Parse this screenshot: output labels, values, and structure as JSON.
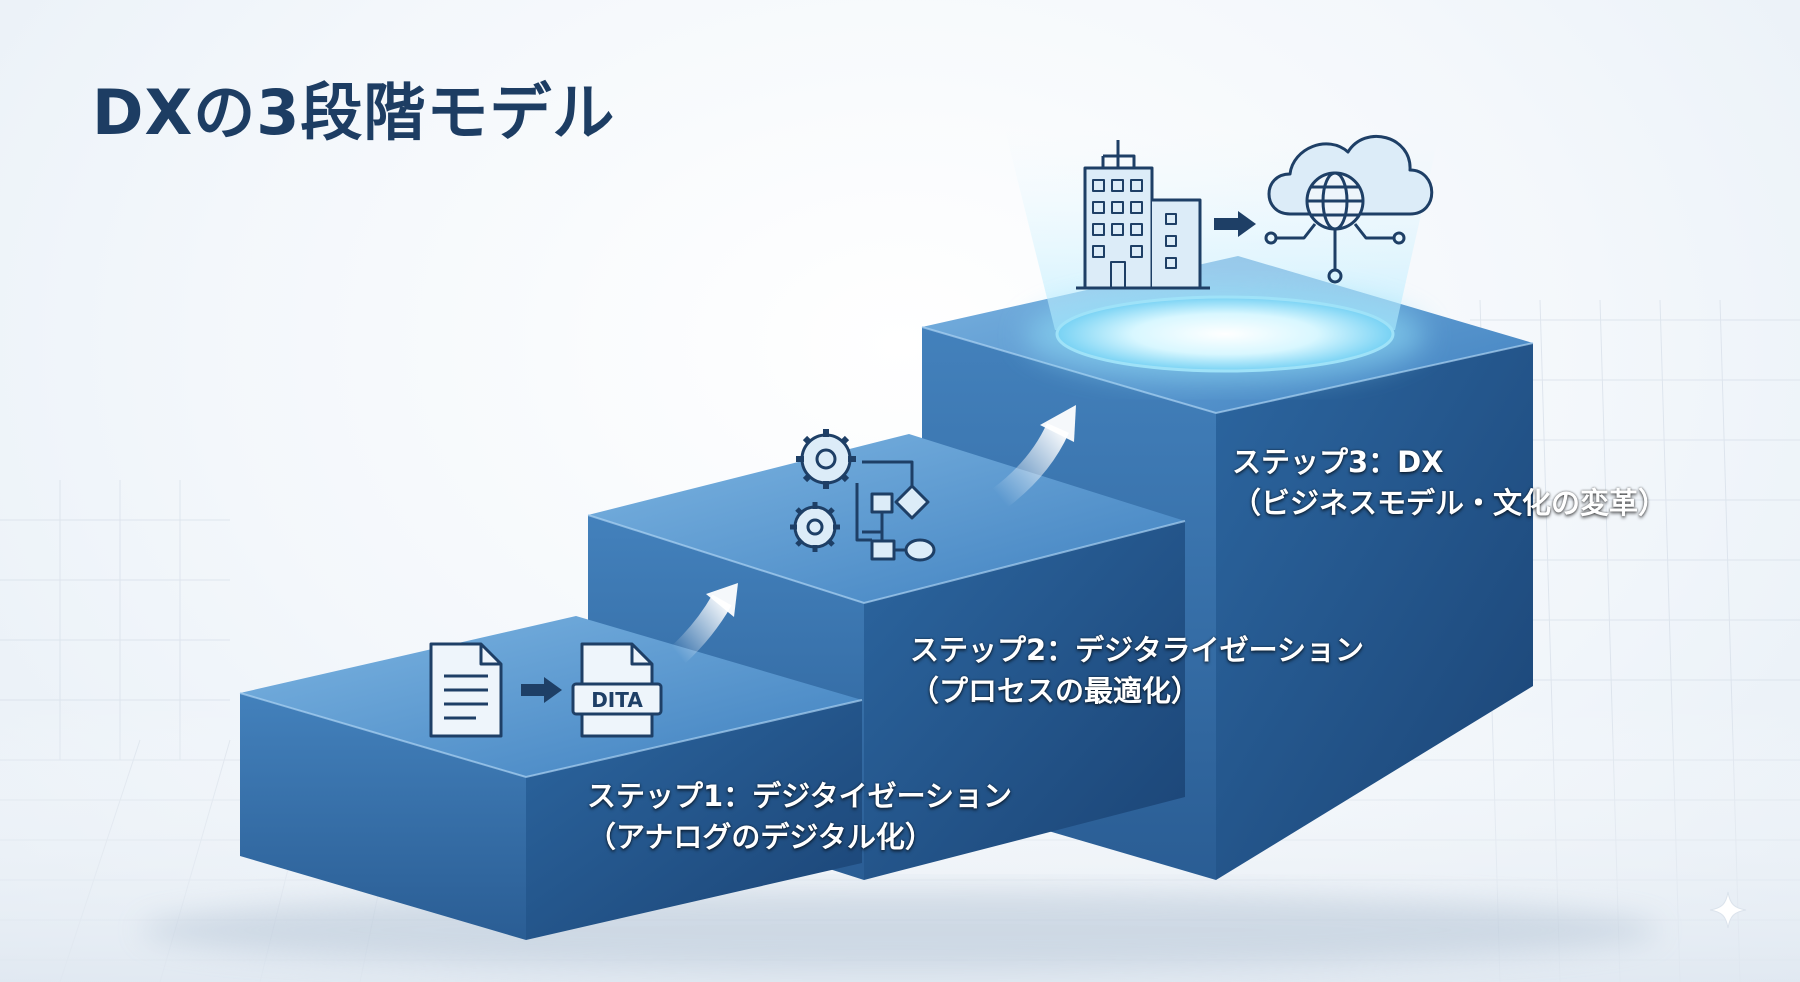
{
  "title": "DXの3段階モデル",
  "steps": [
    {
      "line1": "ステップ1：デジタイゼーション",
      "line2": "（アナログのデジタル化）"
    },
    {
      "line1": "ステップ2：デジタライゼーション",
      "line2": "（プロセスの最適化）"
    },
    {
      "line1": "ステップ3：DX",
      "line2": "（ビジネスモデル・文化の変革）"
    }
  ],
  "icons": {
    "step1": [
      "document-icon",
      "arrow-right-icon",
      "dita-file-icon"
    ],
    "step2": [
      "gear-icon",
      "gear-icon",
      "flowchart-icon"
    ],
    "step3": [
      "building-icon",
      "arrow-right-icon",
      "cloud-globe-icon"
    ]
  },
  "dita_label": "DITA",
  "colors": {
    "title": "#1d3d63",
    "step_front": "#2f6aa3",
    "step_top": "#5c9bd0",
    "step_side": "#1d4a7c",
    "icon_stroke": "#1e3f66",
    "glow": "#bff0ff"
  }
}
